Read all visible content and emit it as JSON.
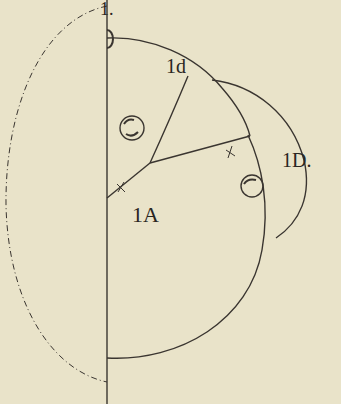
{
  "diagram": {
    "labels": [
      "1.",
      "1d",
      "1D.",
      "1A"
    ]
  }
}
